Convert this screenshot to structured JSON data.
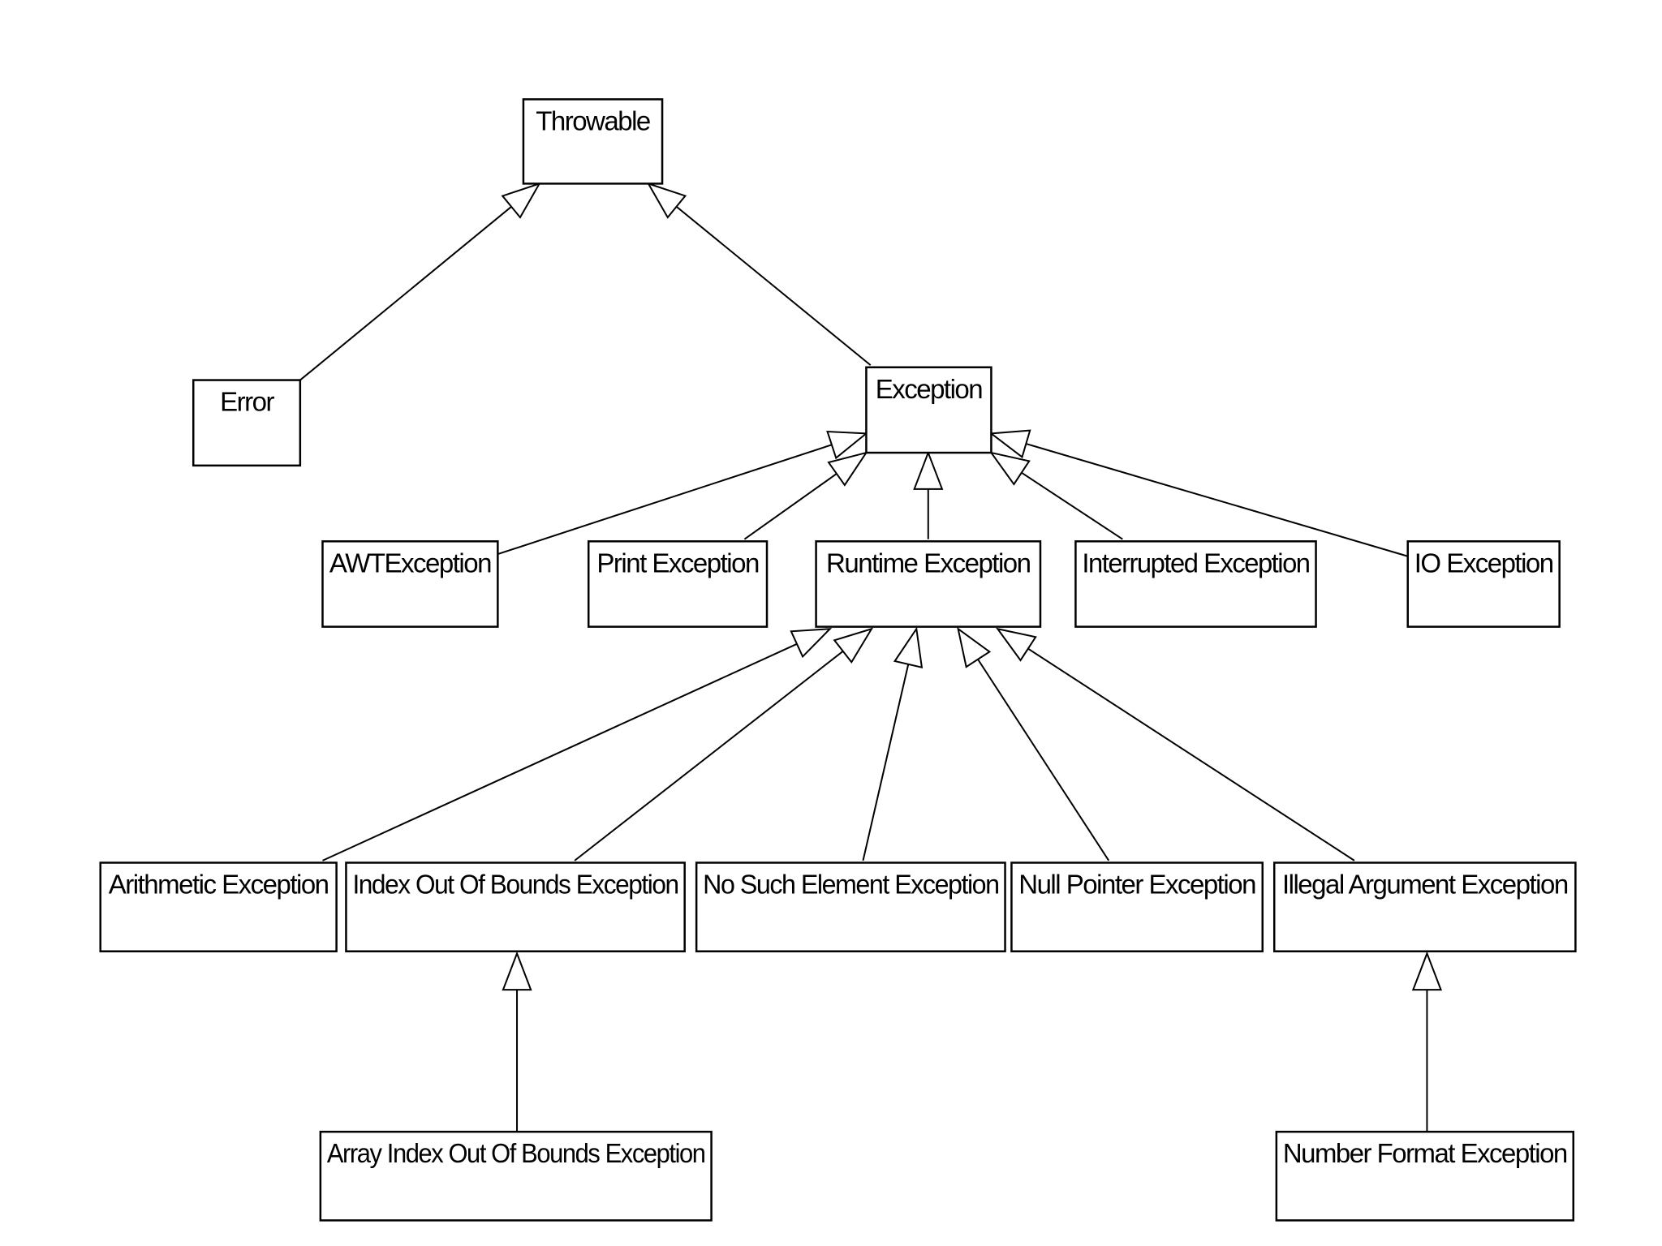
{
  "diagram": {
    "classes": [
      {
        "id": "throwable",
        "label": "Throwable"
      },
      {
        "id": "error",
        "label": "Error"
      },
      {
        "id": "exception",
        "label": "Exception"
      },
      {
        "id": "awt-exception",
        "label": "AWTException"
      },
      {
        "id": "print-exception",
        "label": "Print Exception"
      },
      {
        "id": "runtime-exception",
        "label": "Runtime Exception"
      },
      {
        "id": "interrupted-exception",
        "label": "Interrupted Exception"
      },
      {
        "id": "io-exception",
        "label": "IO Exception"
      },
      {
        "id": "arithmetic-exception",
        "label": "Arithmetic Exception"
      },
      {
        "id": "index-out-of-bounds-exception",
        "label": "Index Out Of Bounds Exception"
      },
      {
        "id": "no-such-element-exception",
        "label": "No Such Element Exception"
      },
      {
        "id": "null-pointer-exception",
        "label": "Null Pointer Exception"
      },
      {
        "id": "illegal-argument-exception",
        "label": "Illegal Argument Exception"
      },
      {
        "id": "array-index-out-of-bounds-exception",
        "label": "Array Index Out Of Bounds Exception"
      },
      {
        "id": "number-format-exception",
        "label": "Number Format Exception"
      }
    ],
    "inheritance": [
      {
        "child": "error",
        "parent": "throwable"
      },
      {
        "child": "exception",
        "parent": "throwable"
      },
      {
        "child": "awt-exception",
        "parent": "exception"
      },
      {
        "child": "print-exception",
        "parent": "exception"
      },
      {
        "child": "runtime-exception",
        "parent": "exception"
      },
      {
        "child": "interrupted-exception",
        "parent": "exception"
      },
      {
        "child": "io-exception",
        "parent": "exception"
      },
      {
        "child": "arithmetic-exception",
        "parent": "runtime-exception"
      },
      {
        "child": "index-out-of-bounds-exception",
        "parent": "runtime-exception"
      },
      {
        "child": "no-such-element-exception",
        "parent": "runtime-exception"
      },
      {
        "child": "null-pointer-exception",
        "parent": "runtime-exception"
      },
      {
        "child": "illegal-argument-exception",
        "parent": "runtime-exception"
      },
      {
        "child": "array-index-out-of-bounds-exception",
        "parent": "index-out-of-bounds-exception"
      },
      {
        "child": "number-format-exception",
        "parent": "illegal-argument-exception"
      }
    ]
  }
}
